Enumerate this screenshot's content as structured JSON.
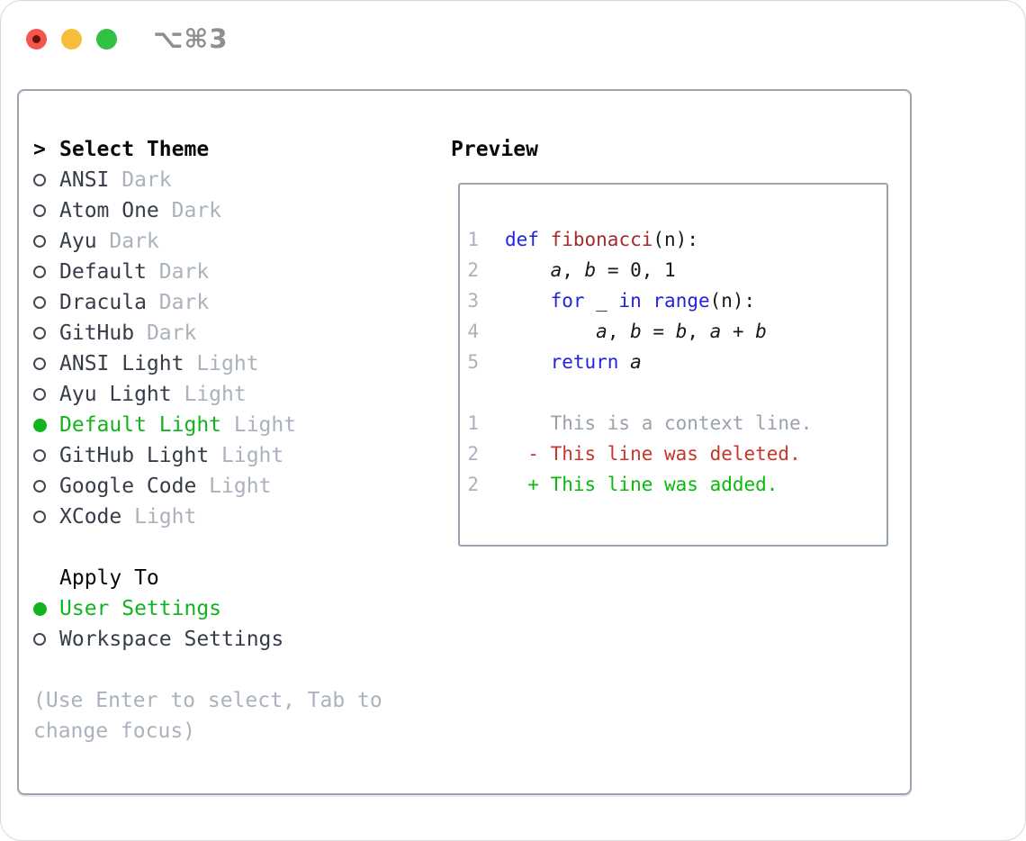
{
  "titlebar": {
    "shortcut_label": "⌥⌘3"
  },
  "theme_panel": {
    "prompt": ">",
    "title": "Select Theme",
    "items": [
      {
        "name": "ANSI",
        "variant": "Dark",
        "selected": false
      },
      {
        "name": "Atom One",
        "variant": "Dark",
        "selected": false
      },
      {
        "name": "Ayu",
        "variant": "Dark",
        "selected": false
      },
      {
        "name": "Default",
        "variant": "Dark",
        "selected": false
      },
      {
        "name": "Dracula",
        "variant": "Dark",
        "selected": false
      },
      {
        "name": "GitHub",
        "variant": "Dark",
        "selected": false
      },
      {
        "name": "ANSI Light",
        "variant": "Light",
        "selected": false
      },
      {
        "name": "Ayu Light",
        "variant": "Light",
        "selected": false
      },
      {
        "name": "Default Light",
        "variant": "Light",
        "selected": true
      },
      {
        "name": "GitHub Light",
        "variant": "Light",
        "selected": false
      },
      {
        "name": "Google Code",
        "variant": "Light",
        "selected": false
      },
      {
        "name": "XCode",
        "variant": "Light",
        "selected": false
      }
    ],
    "apply_to": {
      "title": "Apply To",
      "options": [
        {
          "label": "User Settings",
          "selected": true
        },
        {
          "label": "Workspace Settings",
          "selected": false
        }
      ]
    },
    "hint_line1": "(Use Enter to select, Tab to",
    "hint_line2": "change focus)"
  },
  "preview": {
    "title": "Preview",
    "lines": [
      {
        "num": "1",
        "tokens": [
          {
            "t": "def",
            "c": "kw"
          },
          {
            "t": " "
          },
          {
            "t": "fibonacci",
            "c": "fn"
          },
          {
            "t": "(n):"
          }
        ]
      },
      {
        "num": "2",
        "tokens": [
          {
            "t": "    "
          },
          {
            "t": "a",
            "c": "var"
          },
          {
            "t": ", "
          },
          {
            "t": "b",
            "c": "var"
          },
          {
            "t": " = 0, 1"
          }
        ]
      },
      {
        "num": "3",
        "tokens": [
          {
            "t": "    "
          },
          {
            "t": "for",
            "c": "kw"
          },
          {
            "t": " _ "
          },
          {
            "t": "in",
            "c": "kw"
          },
          {
            "t": " "
          },
          {
            "t": "range",
            "c": "kw"
          },
          {
            "t": "(n):"
          }
        ]
      },
      {
        "num": "4",
        "tokens": [
          {
            "t": "        "
          },
          {
            "t": "a",
            "c": "var"
          },
          {
            "t": ", "
          },
          {
            "t": "b",
            "c": "var"
          },
          {
            "t": " = "
          },
          {
            "t": "b",
            "c": "var"
          },
          {
            "t": ", "
          },
          {
            "t": "a",
            "c": "var"
          },
          {
            "t": " + "
          },
          {
            "t": "b",
            "c": "var"
          }
        ]
      },
      {
        "num": "5",
        "tokens": [
          {
            "t": "    "
          },
          {
            "t": "return",
            "c": "kw"
          },
          {
            "t": " "
          },
          {
            "t": "a",
            "c": "var"
          }
        ]
      },
      {
        "num": "",
        "tokens": []
      },
      {
        "num": "1",
        "tokens": [
          {
            "t": "    This is a context line.",
            "c": "ctx"
          }
        ]
      },
      {
        "num": "2",
        "tokens": [
          {
            "t": "  - This line was deleted.",
            "c": "del"
          }
        ]
      },
      {
        "num": "2",
        "tokens": [
          {
            "t": "  + This line was added.",
            "c": "add"
          }
        ]
      }
    ]
  },
  "colors": {
    "accent_green": "#11b41e",
    "keyword_blue": "#2424dd",
    "function_red": "#a52a2a",
    "deleted_red": "#c93528",
    "added_green": "#0db80d",
    "context_gray": "#99a1ac",
    "muted_gray": "#a9b2bd",
    "name_dark": "#363d49",
    "border_gray": "#9ba5b2"
  }
}
